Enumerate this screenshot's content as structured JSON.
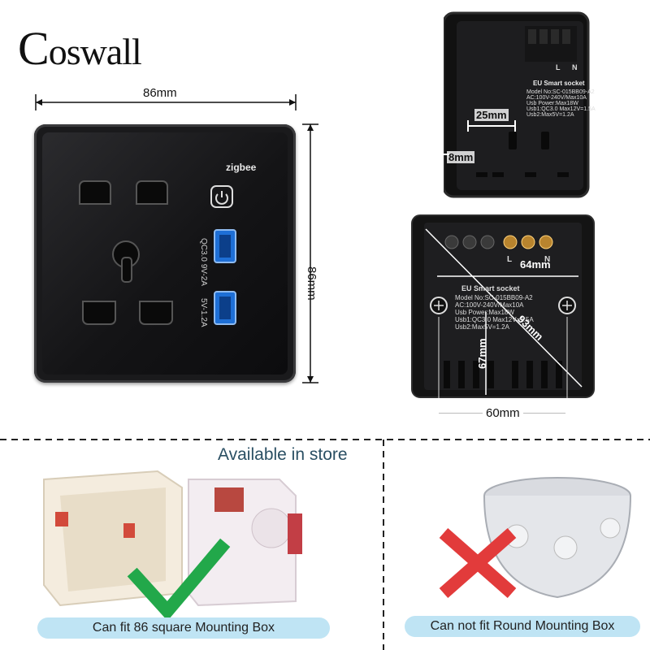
{
  "brand": {
    "logo_text": "oswall",
    "logo_initial": "C"
  },
  "front": {
    "width_label": "86mm",
    "height_label": "86mm",
    "zigbee_label": "zigbee",
    "usb_top_label": "QC3.0\n9V-2A",
    "usb_top_line1": "QC3.0",
    "usb_top_line2": "9V-2A",
    "usb_bottom_label": "5V-1.2A"
  },
  "side": {
    "width_label": "25mm",
    "depth_label": "8mm",
    "spec_title": "EU Smart socket",
    "spec_lines": [
      "Model No:SC-015BB09-A2",
      "AC:100V-240V/Max10A",
      "Usb Power:Max18W",
      "Usb1:QC3.0 Max12V=1.5A",
      "Usb2:Max5V=1.2A"
    ],
    "terminals": [
      "L",
      "N"
    ]
  },
  "back": {
    "spec_title": "EU Smart socket",
    "spec_lines": [
      "Model No:SC-015BB09-A2",
      "AC:100V-240V/Max10A",
      "Usb Power:Max18W",
      "Usb1:QC3.0 Max12V=1.5A",
      "Usb2:Max5V=1.2A"
    ],
    "terminals": [
      "L",
      "N"
    ],
    "width_label": "64mm",
    "diag_label": "93mm",
    "height_label": "67mm",
    "bottom_label": "60mm"
  },
  "mounting": {
    "store_title": "Available in store",
    "fit_caption": "Can fit 86 square Mounting Box",
    "nofit_caption": "Can not fit Round Mounting Box",
    "colors": {
      "check": "#22a84a",
      "cross": "#e23b3b",
      "caption_bg": "#bfe4f4",
      "title": "#2a4f63"
    }
  }
}
